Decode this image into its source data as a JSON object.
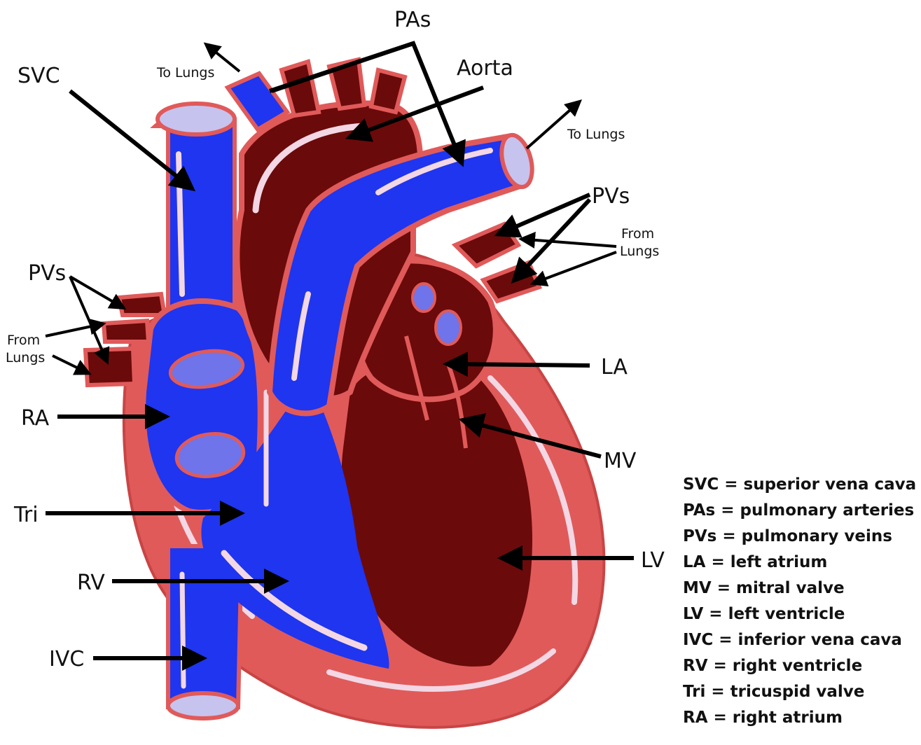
{
  "labels": {
    "svc": "SVC",
    "pas": "PAs",
    "aorta": "Aorta",
    "pvs_right": "PVs",
    "pvs_left": "PVs",
    "la": "LA",
    "ra": "RA",
    "mv": "MV",
    "tri": "Tri",
    "lv": "LV",
    "rv": "RV",
    "ivc": "IVC",
    "to_lungs_left": "To Lungs",
    "to_lungs_right": "To Lungs",
    "from_lungs_right_1": "From",
    "from_lungs_right_2": "Lungs",
    "from_lungs_left_1": "From",
    "from_lungs_left_2": "Lungs"
  },
  "legend": [
    "SVC = superior vena cava",
    "PAs = pulmonary arteries",
    "PVs = pulmonary veins",
    "LA = left atrium",
    "MV = mitral valve",
    "LV = left ventricle",
    "IVC = inferior vena cava",
    "RV = right ventricle",
    "Tri = tricuspid valve",
    "RA = right atrium"
  ],
  "colors": {
    "muscle": "#e05a5a",
    "muscle_dark": "#c94545",
    "oxygen_poor": "#1f35f0",
    "oxygen_rich": "#6b0a0a",
    "highlight": "#f3d7e4",
    "valve": "#6f74ea"
  }
}
